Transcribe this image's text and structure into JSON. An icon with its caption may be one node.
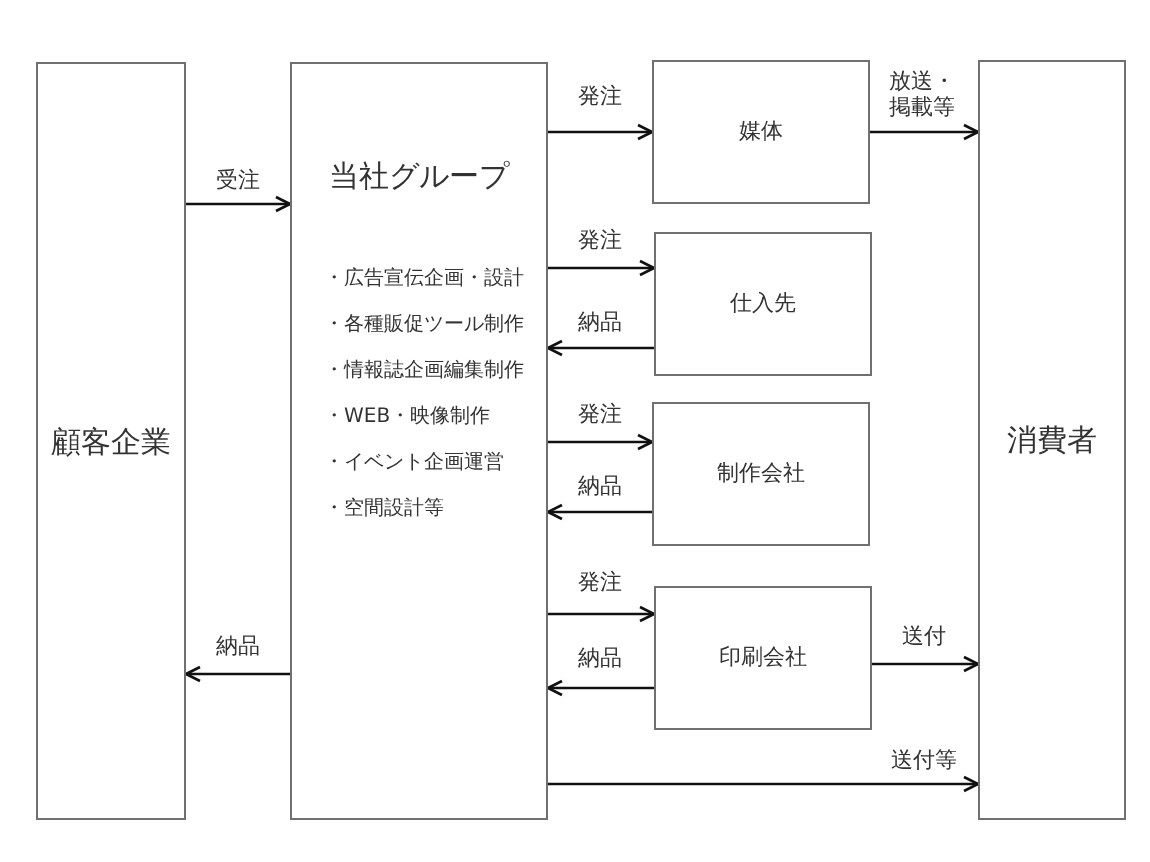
{
  "diagram": {
    "nodes": [
      {
        "text": [
          "顧客企業"
        ]
      },
      {
        "text": [
          "当社グループ",
          "・広告宣伝企画・設計",
          "・各種販促ツール制作",
          "・情報誌企画編集制作",
          "・WEB・映像制作",
          "・イベント企画運営",
          "・空間設計等"
        ]
      },
      {
        "text": [
          "媒体"
        ]
      },
      {
        "text": [
          "仕入先"
        ]
      },
      {
        "text": [
          "制作会社"
        ]
      },
      {
        "text": [
          "印刷会社"
        ]
      },
      {
        "text": [
          "消費者"
        ]
      }
    ],
    "edges": [
      {
        "from": 0,
        "to": 1,
        "arrow": "to",
        "label": "受注"
      },
      {
        "from": 1,
        "to": 2,
        "arrow": "to",
        "label": "発注"
      },
      {
        "from": 2,
        "to": 6,
        "arrow": "to",
        "label": "放送・掲載等"
      },
      {
        "from": 1,
        "to": 3,
        "arrow": "to",
        "label": "発注"
      },
      {
        "from": 3,
        "to": 1,
        "arrow": "to",
        "label": "納品"
      },
      {
        "from": 1,
        "to": 4,
        "arrow": "to",
        "label": "発注"
      },
      {
        "from": 4,
        "to": 1,
        "arrow": "to",
        "label": "納品"
      },
      {
        "from": 1,
        "to": 5,
        "arrow": "to",
        "label": "発注"
      },
      {
        "from": 5,
        "to": 1,
        "arrow": "to",
        "label": "納品"
      },
      {
        "from": 5,
        "to": 6,
        "arrow": "to",
        "label": "送付"
      },
      {
        "from": 1,
        "to": 6,
        "arrow": "to",
        "label": "送付等"
      },
      {
        "from": 1,
        "to": 0,
        "arrow": "to",
        "label": "納品"
      }
    ]
  }
}
